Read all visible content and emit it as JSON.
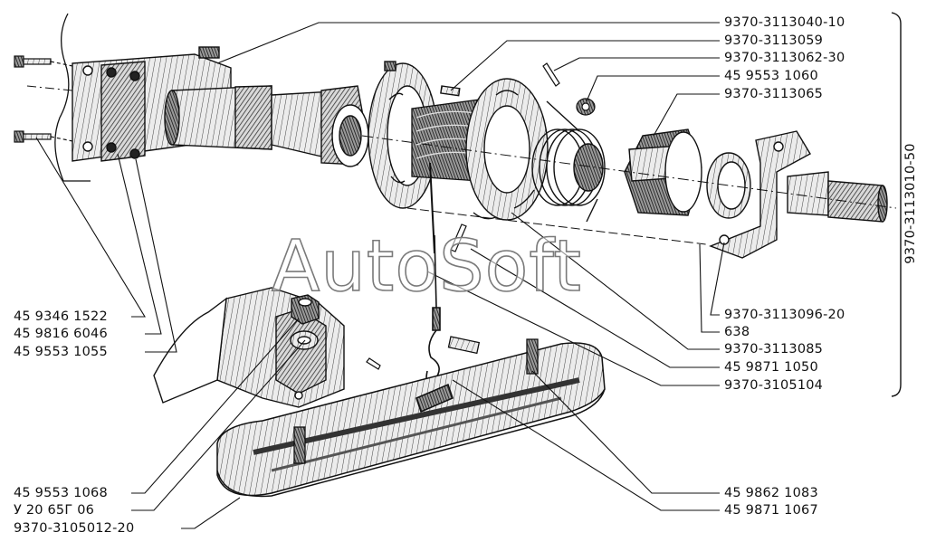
{
  "watermark": "AutoSoft",
  "assembly_label": "9370-3113010-50",
  "right_labels": [
    "9370-3113040-10",
    "9370-3113059",
    "9370-3113062-30",
    "45 9553 1060",
    "9370-3113065",
    "9370-3113096-20",
    "638",
    "9370-3113085",
    "45 9871 1050",
    "9370-3105104",
    "45 9862 1083",
    "45 9871 1067"
  ],
  "left_labels": [
    "45 9346 1522",
    "45 9816 6046",
    "45 9553 1055",
    "45 9553 1068",
    "У 20 65Г 06",
    "9370-3105012-20"
  ],
  "colors": {
    "ink": "#111111",
    "paper": "#ffffff",
    "watermark_outline": "#7a7a7a"
  }
}
